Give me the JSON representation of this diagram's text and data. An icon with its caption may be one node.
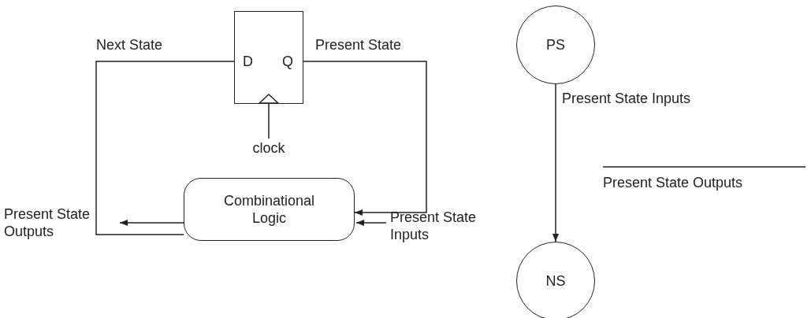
{
  "diagram": {
    "nodes": [
      {
        "text": [
          "D",
          "Q"
        ]
      },
      {
        "text": [
          "clock"
        ]
      },
      {
        "text": [
          "Combinational Logic"
        ]
      },
      {
        "text": [
          "Present State Outputs"
        ]
      },
      {
        "text": [
          "Present State Inputs"
        ]
      },
      {
        "text": [
          "PS"
        ]
      },
      {
        "text": [
          "NS"
        ]
      }
    ],
    "edges": [
      {
        "from": 0,
        "to": 2,
        "arrow": "to",
        "label": "Present State"
      },
      {
        "from": 2,
        "to": 0,
        "arrow": "none",
        "label": "Next State"
      },
      {
        "from": 1,
        "to": 0,
        "arrow": "none"
      },
      {
        "from": 2,
        "to": 3,
        "arrow": "to"
      },
      {
        "from": 4,
        "to": 2,
        "arrow": "to"
      },
      {
        "from": 5,
        "to": 6,
        "arrow": "to",
        "label": "Present State Inputs"
      }
    ],
    "labels": [
      "Present State Outputs"
    ]
  }
}
